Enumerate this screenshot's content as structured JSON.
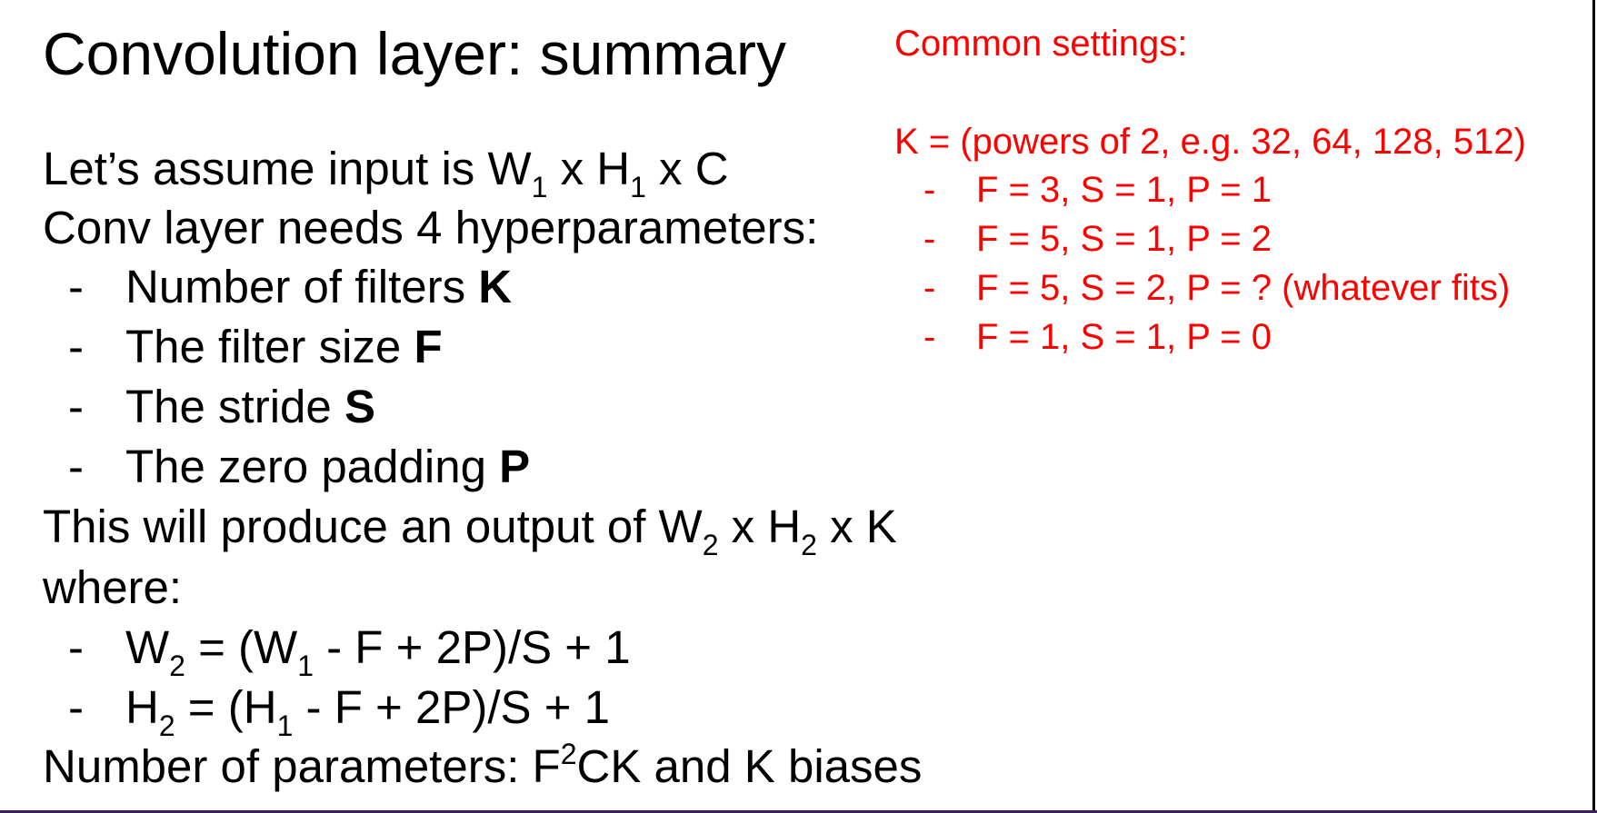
{
  "title": "Convolution layer: summary",
  "left": {
    "assume": {
      "prefix": "Let’s assume input is W",
      "sub1": "1",
      "mid": " x H",
      "sub2": "1",
      "suffix": " x C"
    },
    "needs": "Conv layer needs 4 hyperparameters:",
    "hyperparams": [
      {
        "dash": "-",
        "text": "Number of filters ",
        "bold": "K"
      },
      {
        "dash": "-",
        "text": "The filter size ",
        "bold": "F"
      },
      {
        "dash": "-",
        "text": "The stride ",
        "bold": "S"
      },
      {
        "dash": "-",
        "text": "The zero padding ",
        "bold": "P"
      }
    ],
    "output": {
      "prefix": "This will produce an output of W",
      "sub1": "2",
      "mid": " x H",
      "sub2": "2",
      "suffix": " x K"
    },
    "where": "where:",
    "formulas": [
      {
        "dash": "-",
        "a": "W",
        "a_sub": "2",
        "b": " = (W",
        "b_sub": "1",
        "c": " - F + 2P)/S + 1"
      },
      {
        "dash": "-",
        "a": "H",
        "a_sub": "2",
        "b": " = (H",
        "b_sub": "1",
        "c": " - F + 2P)/S + 1"
      }
    ],
    "params": {
      "prefix": "Number of parameters: F",
      "sup": "2",
      "suffix": "CK and K biases"
    }
  },
  "right": {
    "heading": "Common settings:",
    "k_line": "K = (powers of 2, e.g. 32, 64, 128, 512)",
    "settings": [
      {
        "dash": "-",
        "text": "F = 3, S = 1, P = 1"
      },
      {
        "dash": "-",
        "text": "F = 5, S = 1, P = 2"
      },
      {
        "dash": "-",
        "text": "F = 5, S = 2, P = ? (whatever fits)"
      },
      {
        "dash": "-",
        "text": "F = 1, S = 1, P = 0"
      }
    ]
  },
  "colors": {
    "text": "#000000",
    "accent": "#ff0000",
    "bottom_border": "#3b1e5a"
  }
}
